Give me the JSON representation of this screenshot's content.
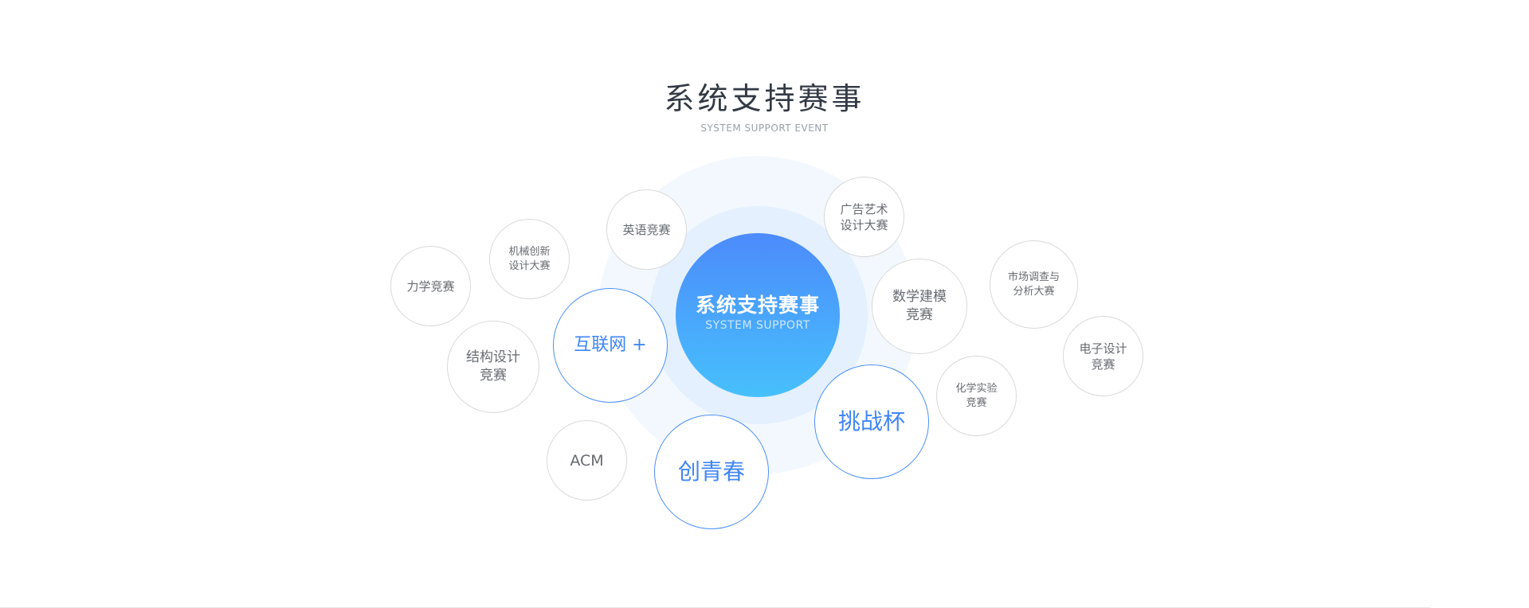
{
  "section": {
    "title": "系统支持赛事",
    "subtitle": "SYSTEM SUPPORT EVENT"
  },
  "center": {
    "title": "系统支持赛事",
    "subtitle": "SYSTEM SUPPORT"
  },
  "colors": {
    "accent": "#3f86f4",
    "gradient_top": "#4c8bfb",
    "gradient_bottom": "#47c0fc",
    "bubble_border": "#d9d9d9",
    "text_gray": "#666a70"
  },
  "bubbles": {
    "mechanics": "力学竞赛",
    "mechanical_innovation": "机械创新\n设计大赛",
    "english": "英语竞赛",
    "structure_design": "结构设计\n竞赛",
    "internet_plus": "互联网 +",
    "acm": "ACM",
    "chuangqingchun": "创青春",
    "advertising_art": "广告艺术\n设计大赛",
    "math_modeling": "数学建模\n竞赛",
    "challenge_cup": "挑战杯",
    "chemistry_experiment": "化学实验\n竞赛",
    "market_survey": "市场调查与\n分析大赛",
    "electronic_design": "电子设计\n竞赛"
  }
}
